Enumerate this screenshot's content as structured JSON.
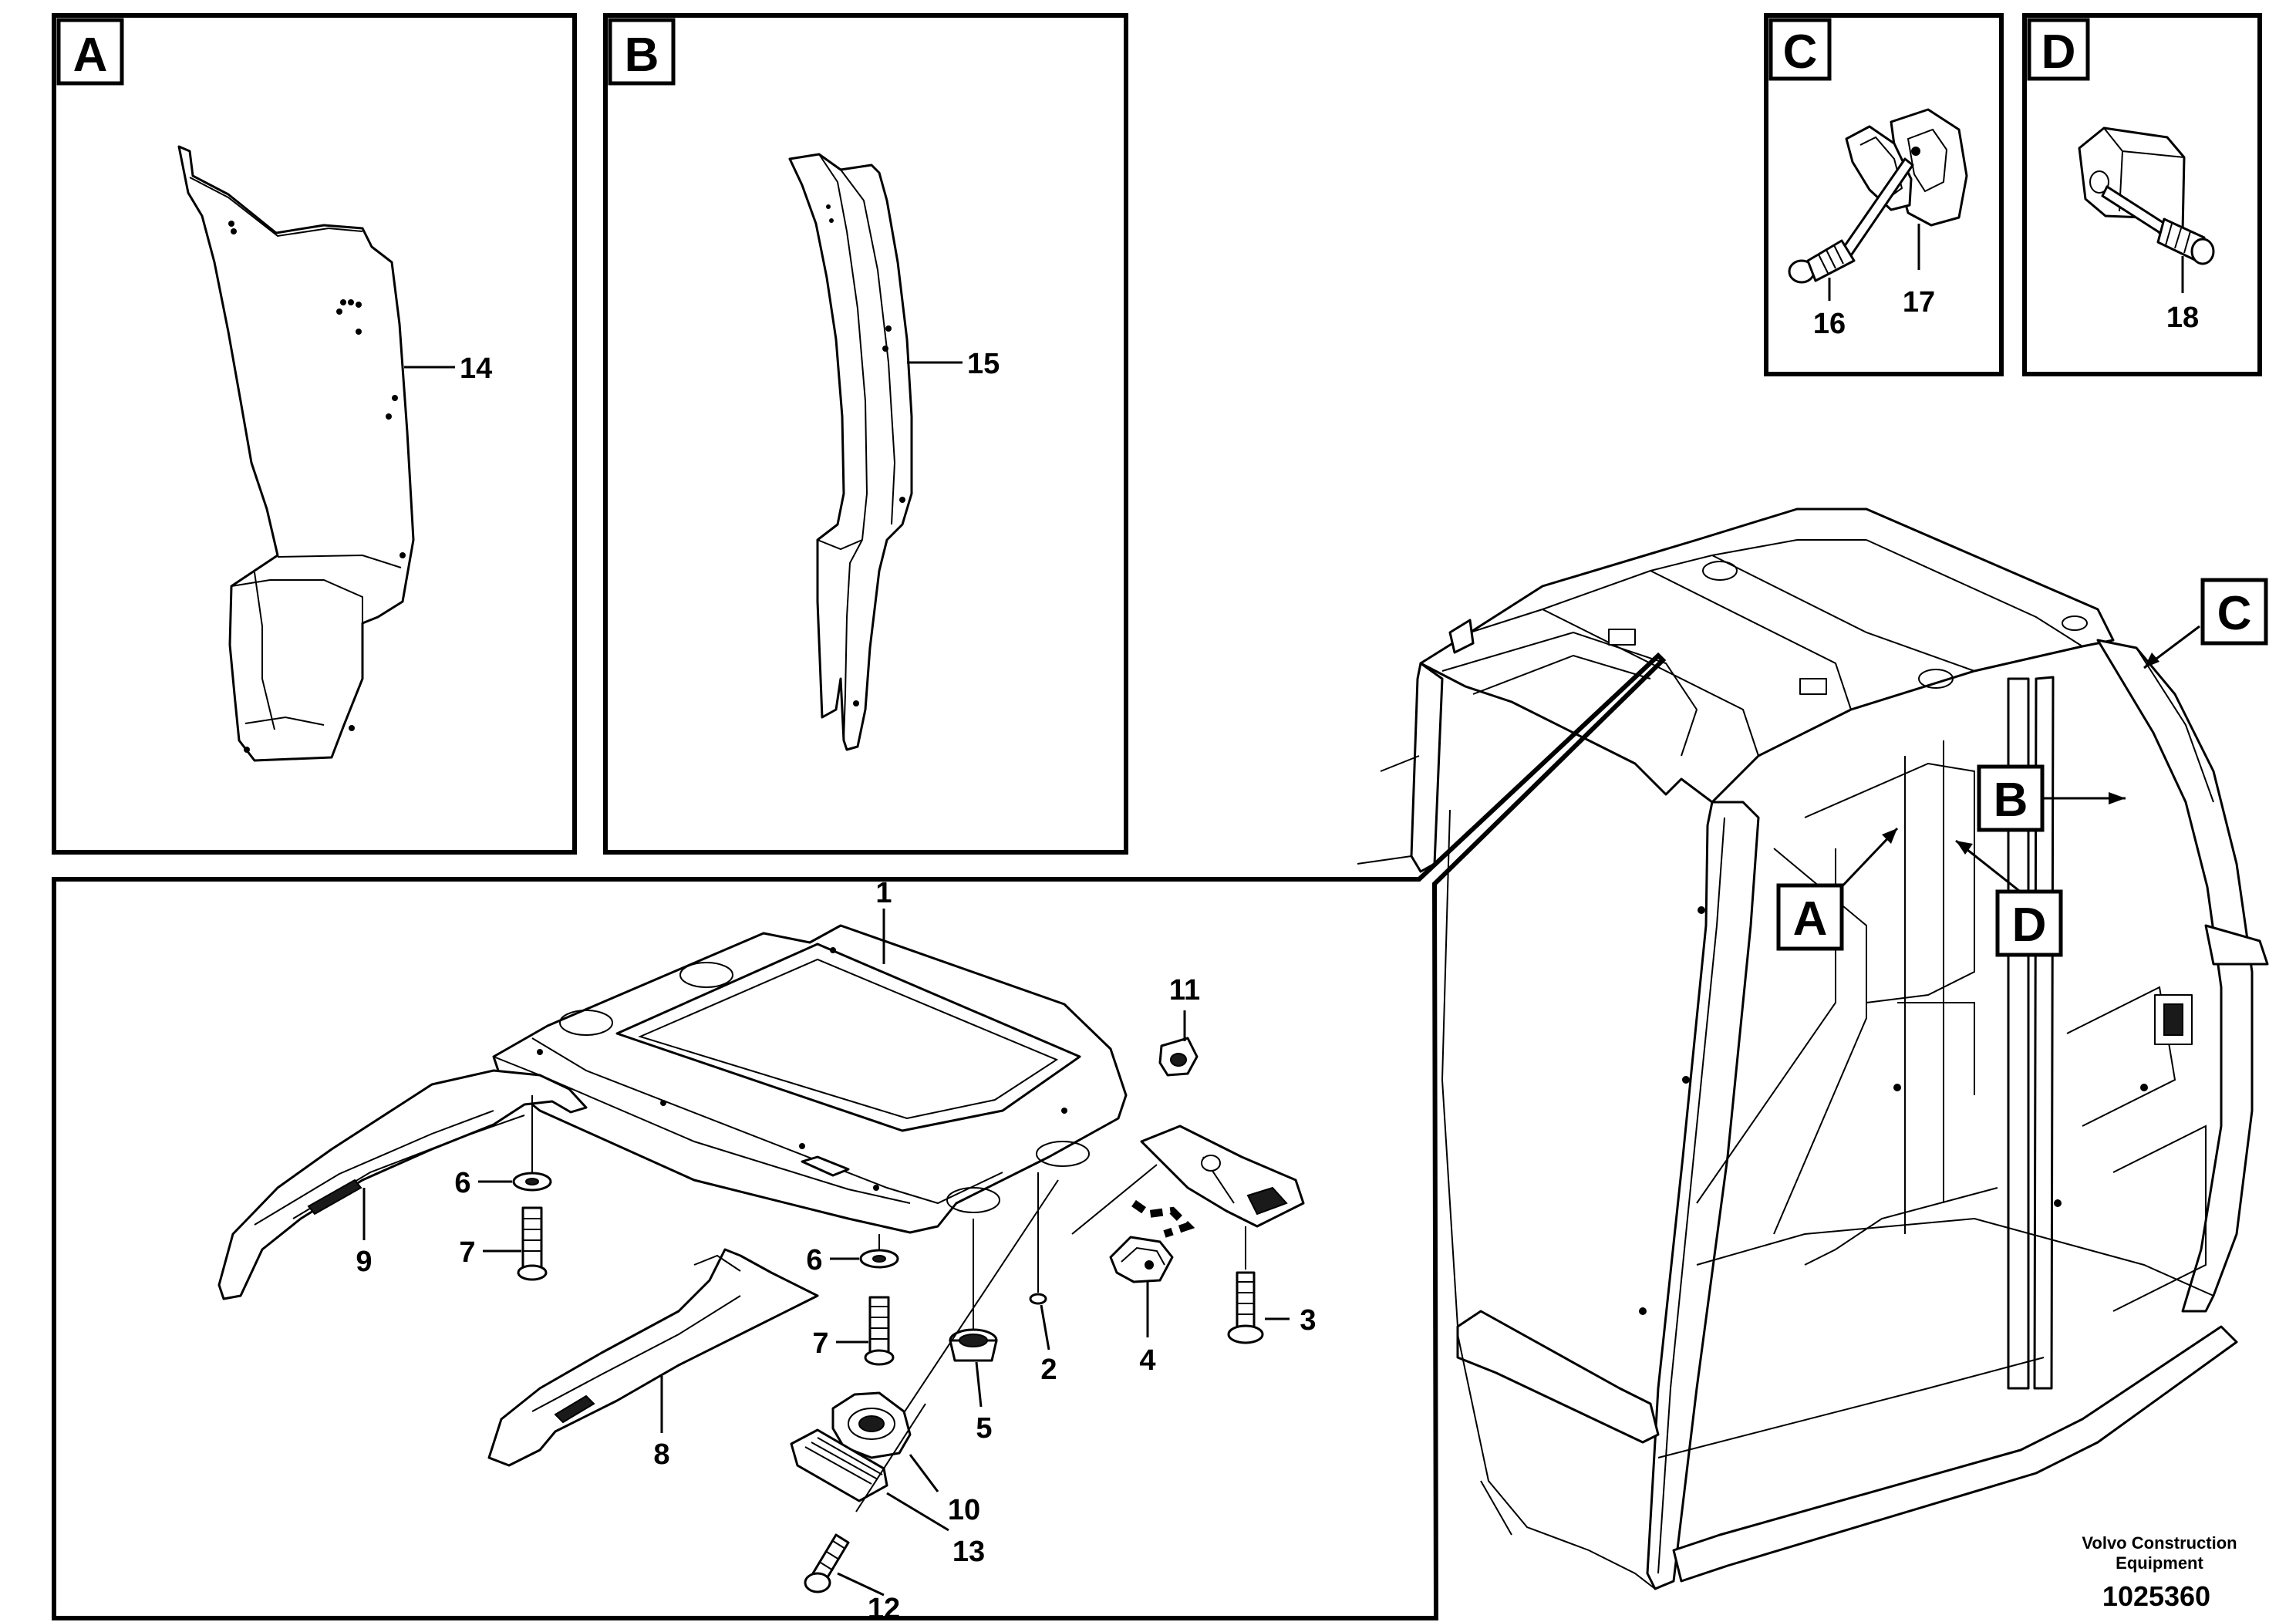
{
  "views": {
    "a": {
      "label": "A",
      "part": "14"
    },
    "b": {
      "label": "B",
      "part": "15"
    },
    "c": {
      "label": "C",
      "parts": [
        "16",
        "17"
      ]
    },
    "d": {
      "label": "D",
      "part": "18"
    }
  },
  "callouts": {
    "c": "C",
    "b": "B",
    "a": "A",
    "d": "D"
  },
  "parts": [
    "1",
    "2",
    "3",
    "4",
    "5",
    "6",
    "6",
    "7",
    "7",
    "8",
    "9",
    "10",
    "11",
    "12",
    "13"
  ],
  "footer": {
    "company_line1": "Volvo Construction",
    "company_line2": "Equipment",
    "drawing_number": "1025360"
  }
}
